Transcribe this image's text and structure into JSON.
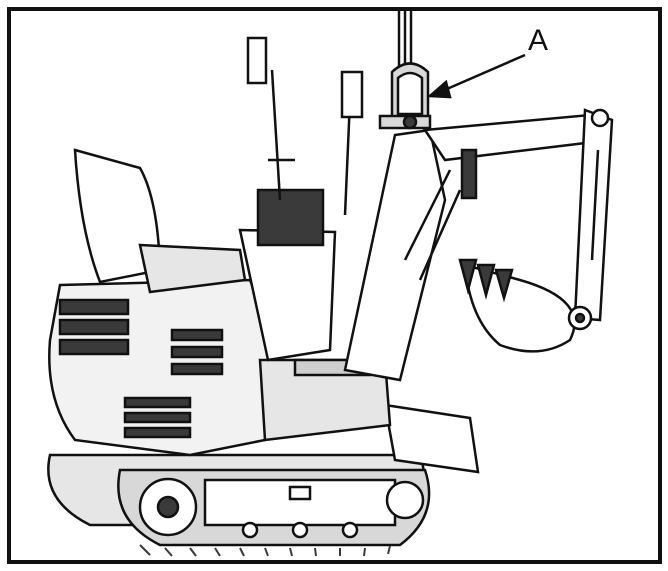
{
  "figure": {
    "callout_label": "A"
  },
  "colors": {
    "ink": "#111111",
    "paper": "#ffffff",
    "shade": "#d8d8d8",
    "dark": "#3a3a3a"
  },
  "icons": [
    "excavator-illustration",
    "lifting-shackle",
    "callout-arrow"
  ]
}
